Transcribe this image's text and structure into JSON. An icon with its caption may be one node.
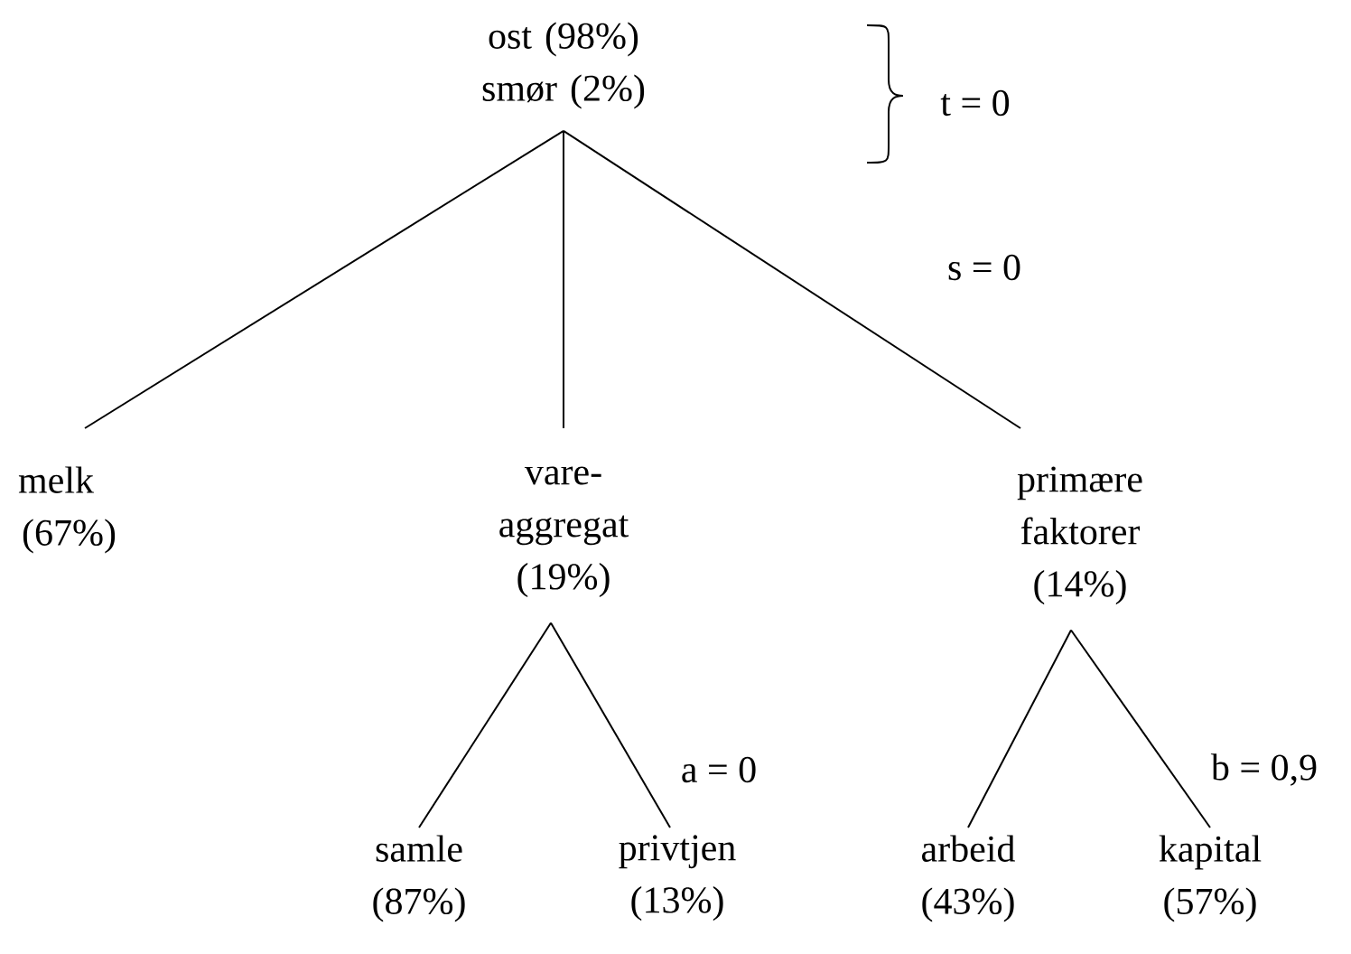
{
  "diagram": {
    "nodes": [
      {
        "text": [
          "ost (98%)",
          "smør (2%)"
        ]
      },
      {
        "text": [
          "melk",
          "(67%)"
        ]
      },
      {
        "text": [
          "vare- aggregat",
          "(19%)"
        ]
      },
      {
        "text": [
          "primære faktorer",
          "(14%)"
        ]
      },
      {
        "text": [
          "samle",
          "(87%)"
        ]
      },
      {
        "text": [
          "privtjen",
          "(13%)"
        ]
      },
      {
        "text": [
          "arbeid",
          "(43%)"
        ]
      },
      {
        "text": [
          "kapital",
          "(57%)"
        ]
      }
    ],
    "edges": [
      {
        "from": 0,
        "to": 1,
        "arrow": "none"
      },
      {
        "from": 0,
        "to": 2,
        "arrow": "none"
      },
      {
        "from": 0,
        "to": 3,
        "arrow": "none"
      },
      {
        "from": 2,
        "to": 4,
        "arrow": "none"
      },
      {
        "from": 2,
        "to": 5,
        "arrow": "none"
      },
      {
        "from": 3,
        "to": 6,
        "arrow": "none"
      },
      {
        "from": 3,
        "to": 7,
        "arrow": "none"
      }
    ],
    "labels": [
      "t = 0",
      "s = 0",
      "a = 0",
      "b = 0,9"
    ]
  }
}
